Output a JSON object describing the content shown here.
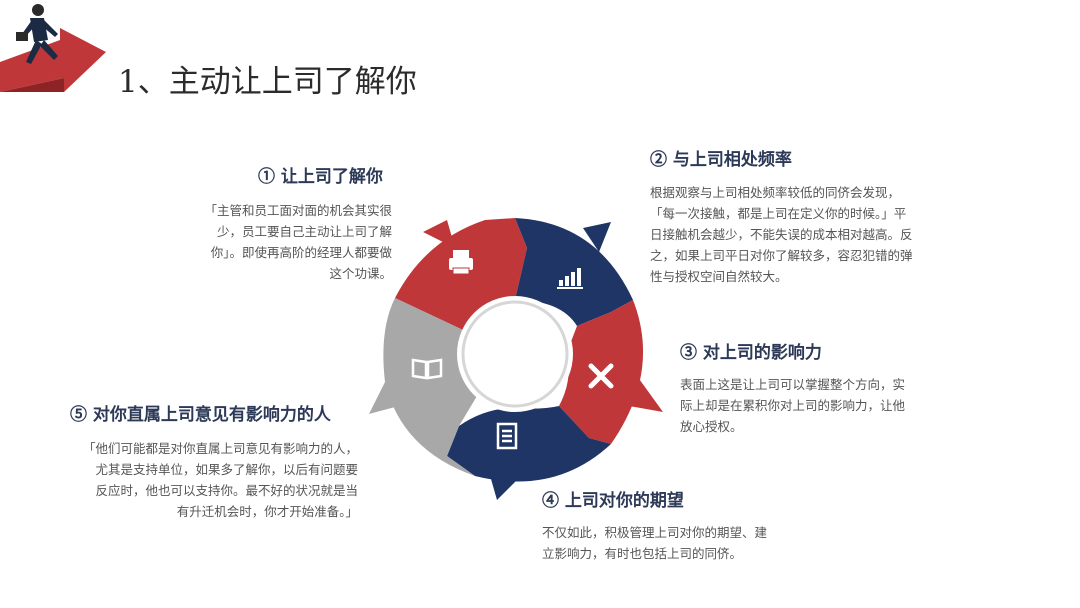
{
  "title": "1、主动让上司了解你",
  "colors": {
    "red": "#c0373a",
    "navy": "#1f3566",
    "gray": "#a8a8a8"
  },
  "icons": {
    "seg1": "printer-icon",
    "seg2": "bar-chart-icon",
    "seg3": "pencil-ruler-icon",
    "seg4": "document-icon",
    "seg5": "open-book-icon"
  },
  "points": [
    {
      "heading": "①  让上司了解你",
      "lines": [
        "「主管和员工面对面的机会其实很",
        "少，员工要自己主动让上司了解",
        "你」。即使再高阶的经理人都要做",
        "这个功课。"
      ]
    },
    {
      "heading": "②  与上司相处频率",
      "lines": [
        "根据观察与上司相处频率较低的同侪会发现，",
        "「每一次接触，都是上司在定义你的时候。」平",
        "日接触机会越少，不能失误的成本相对越高。反",
        "之，如果上司平日对你了解较多，容忍犯错的弹",
        "性与授权空间自然较大。"
      ]
    },
    {
      "heading": "③  对上司的影响力",
      "lines": [
        "表面上这是让上司可以掌握整个方向，实",
        "际上却是在累积你对上司的影响力，让他",
        "放心授权。"
      ]
    },
    {
      "heading": "④  上司对你的期望",
      "lines": [
        "不仅如此，积极管理上司对你的期望、建",
        "立影响力，有时也包括上司的同侪。"
      ]
    },
    {
      "heading": "⑤  对你直属上司意见有影响力的人",
      "lines": [
        "「他们可能都是对你直属上司意见有影响力的人，",
        "尤其是支持单位，如果多了解你，以后有问题要",
        "反应时，他也可以支持你。最不好的状况就是当",
        "有升迁机会时，你才开始准备。」"
      ]
    }
  ]
}
